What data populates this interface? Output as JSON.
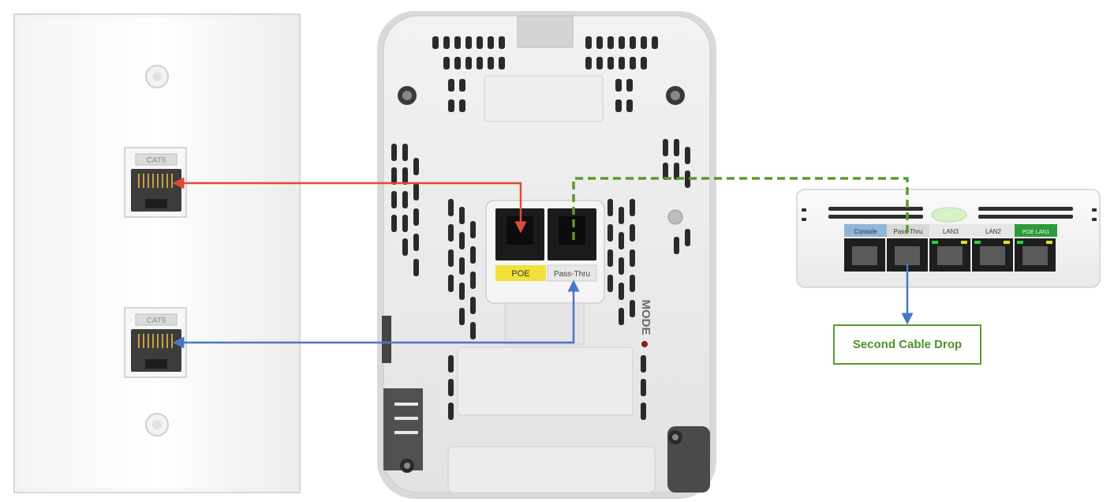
{
  "wall_plate": {
    "jacks": [
      {
        "label": "CAT6"
      },
      {
        "label": "CAT6"
      }
    ]
  },
  "access_point": {
    "ports": [
      {
        "label": "POE",
        "color": "#f0e23a"
      },
      {
        "label": "Pass-Thru",
        "color": "#e8e8e8"
      }
    ],
    "mode_label": "MODE"
  },
  "switch_unit": {
    "ports": [
      {
        "label": "Console",
        "color": "#8fb6d8"
      },
      {
        "label": "Pass-Thru",
        "color": "#d9d9d9"
      },
      {
        "label": "LAN3",
        "color": "#e6e6e6"
      },
      {
        "label": "LAN2",
        "color": "#e6e6e6"
      },
      {
        "label": "POE LAN1",
        "color": "#2f9a3c"
      }
    ]
  },
  "connections": {
    "poe_line_color": "#e04a3a",
    "passthru_line_color": "#4a76c8",
    "cable_drop_line_color": "#5b9a2f"
  },
  "callout": {
    "text": "Second Cable Drop"
  }
}
